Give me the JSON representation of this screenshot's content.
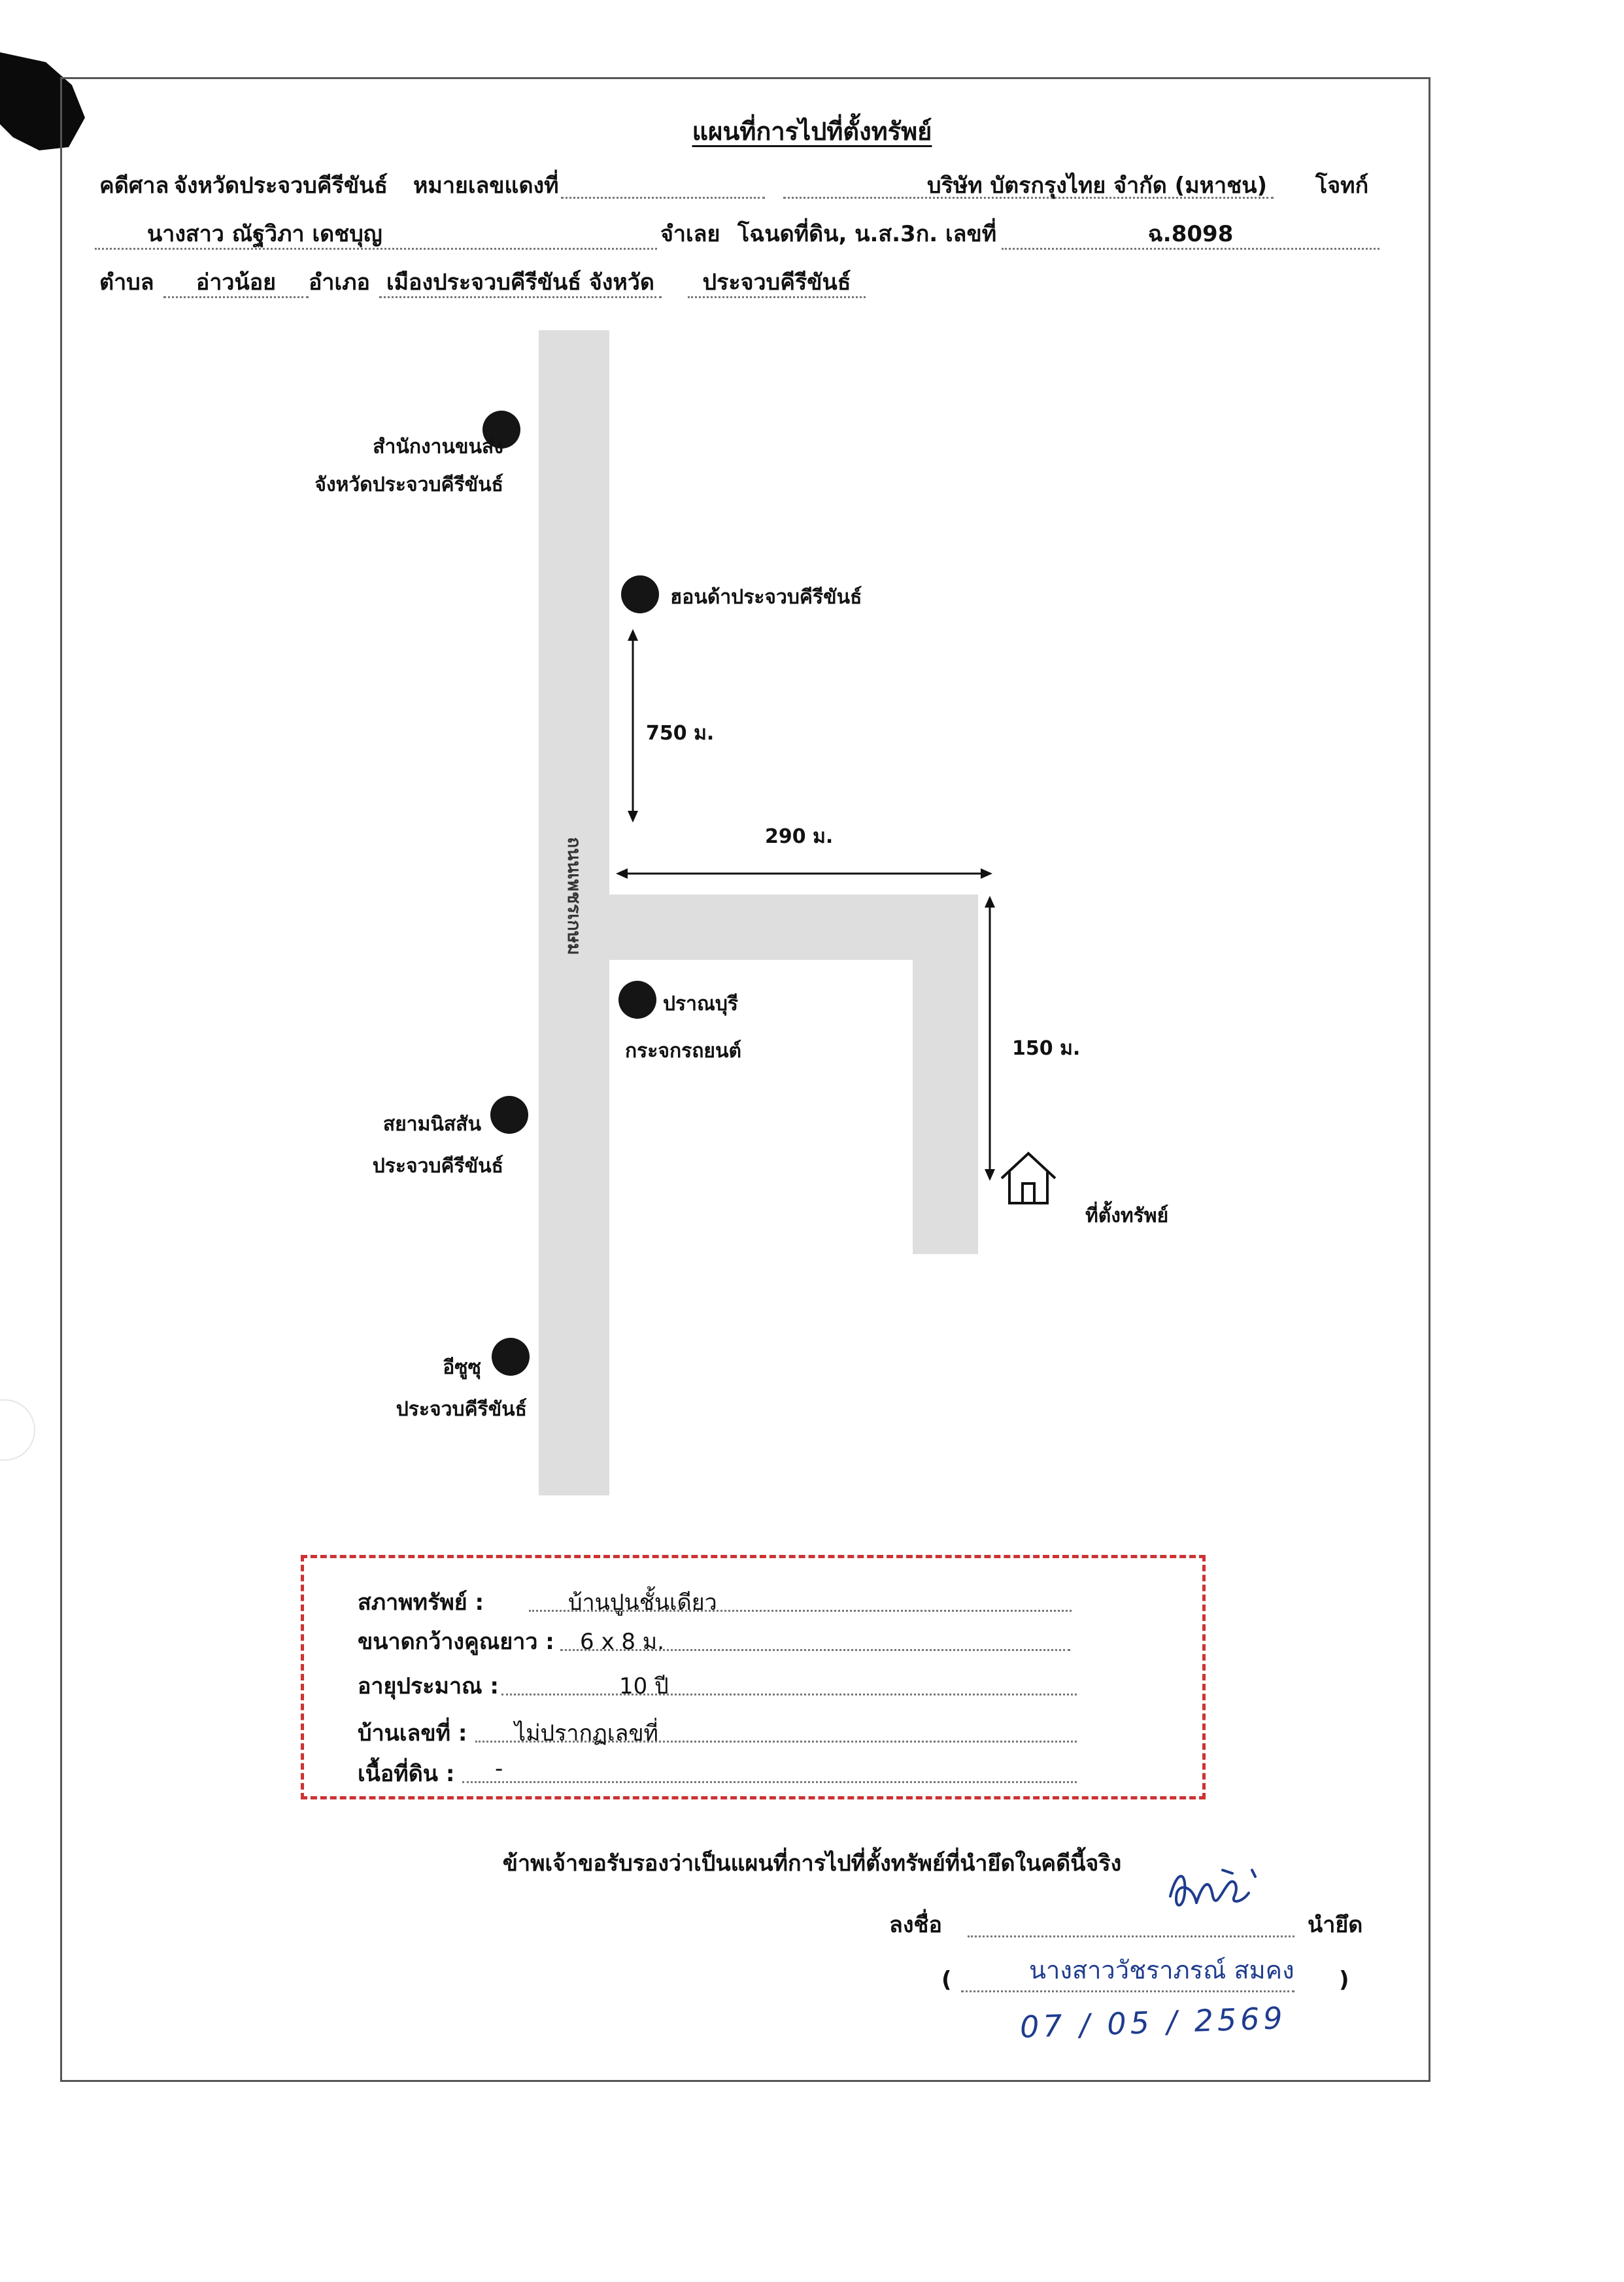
{
  "title": "แผนที่การไปที่ตั้งทรัพย์",
  "header": {
    "court_label": "คดีศาล",
    "court_name": "จังหวัดประจวบคีรีขันธ์",
    "red_case_label": "หมายเลขแดงที่",
    "red_case_no": "",
    "plaintiff": "บริษัท บัตรกรุงไทย จำกัด (มหาชน)",
    "plaintiff_label": "โจทก์",
    "defendant": "นางสาว ณัฐวิภา เดชบุญ",
    "defendant_label": "จำเลย",
    "deed_label": "โฉนดที่ดิน, น.ส.3ก. เลขที่",
    "deed_no": "ฉ.8098",
    "subdistrict_label": "ตำบล",
    "subdistrict": "อ่าวน้อย",
    "district_label": "อำเภอ",
    "district": "เมืองประจวบคีรีขันธ์ จังหวัด",
    "province": "ประจวบคีรีขันธ์"
  },
  "map": {
    "road_name": "ถนนเพชรเกษม",
    "landmarks": [
      {
        "line1": "สำนักงานขนส่ง",
        "line2": "จังหวัดประจวบคีรีขันธ์"
      },
      {
        "line1": "ฮอนด้าประจวบคีรีขันธ์",
        "line2": ""
      },
      {
        "line1": "ปราณบุรี",
        "line2": "กระจกรถยนต์"
      },
      {
        "line1": "สยามนิสสัน",
        "line2": "ประจวบคีรีขันธ์"
      },
      {
        "line1": "อีซูซุ",
        "line2": "ประจวบคีรีขันธ์"
      }
    ],
    "distances": {
      "vertical": "750 ม.",
      "horizontal": "290 ม.",
      "side": "150 ม."
    },
    "property_label": "ที่ตั้งทรัพย์",
    "icons": {
      "house": "house-icon",
      "landmark": "landmark-dot-icon"
    }
  },
  "info": {
    "condition_label": "สภาพทรัพย์ :",
    "condition": "บ้านปูนชั้นเดียว",
    "size_label": "ขนาดกว้างคูณยาว :",
    "size": "6 x 8 ม.",
    "age_label": "อายุประมาณ :",
    "age": "10 ปี",
    "house_no_label": "บ้านเลขที่ :",
    "house_no": "ไม่ปรากฏเลขที่",
    "land_area_label": "เนื้อที่ดิน :",
    "land_area": "-"
  },
  "certification": "ข้าพเจ้าขอรับรองว่าเป็นแผนที่การไปที่ตั้งทรัพย์ที่นำยึดในคดีนี้จริง",
  "signature": {
    "sign_label": "ลงชื่อ",
    "role": "นำยึด",
    "name": "นางสาววัชราภรณ์ สมคง",
    "open_paren": "(",
    "close_paren": ")",
    "date": "07 / 05 / 2569"
  },
  "colors": {
    "road": "#dedede",
    "box_border": "#cc3333",
    "ink": "#1f3c8e"
  }
}
